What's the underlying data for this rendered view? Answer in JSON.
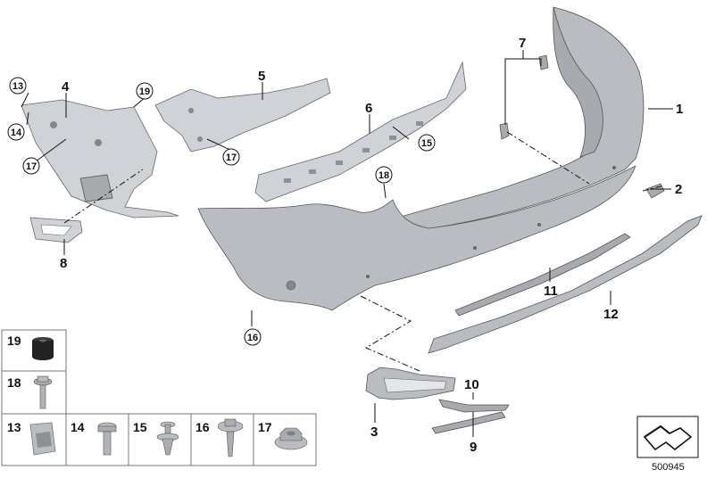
{
  "diagram_code": "500945",
  "callouts": {
    "p1": "1",
    "p2": "2",
    "p3": "3",
    "p4": "4",
    "p5": "5",
    "p6": "6",
    "p7": "7",
    "p8": "8",
    "p9": "9",
    "p10": "10",
    "p11": "11",
    "p12": "12",
    "c13": "13",
    "c14": "14",
    "c15": "15",
    "c16": "16",
    "c17a": "17",
    "c17b": "17",
    "c18": "18",
    "c19": "19"
  },
  "legend": {
    "l19": "19",
    "l18": "18",
    "l13": "13",
    "l14": "14",
    "l15": "15",
    "l16": "16",
    "l17": "17"
  },
  "colors": {
    "part": "#b9bdc2",
    "line": "#111111",
    "frame": "#777777"
  },
  "icons": {
    "orientation": "arrow-icon"
  }
}
